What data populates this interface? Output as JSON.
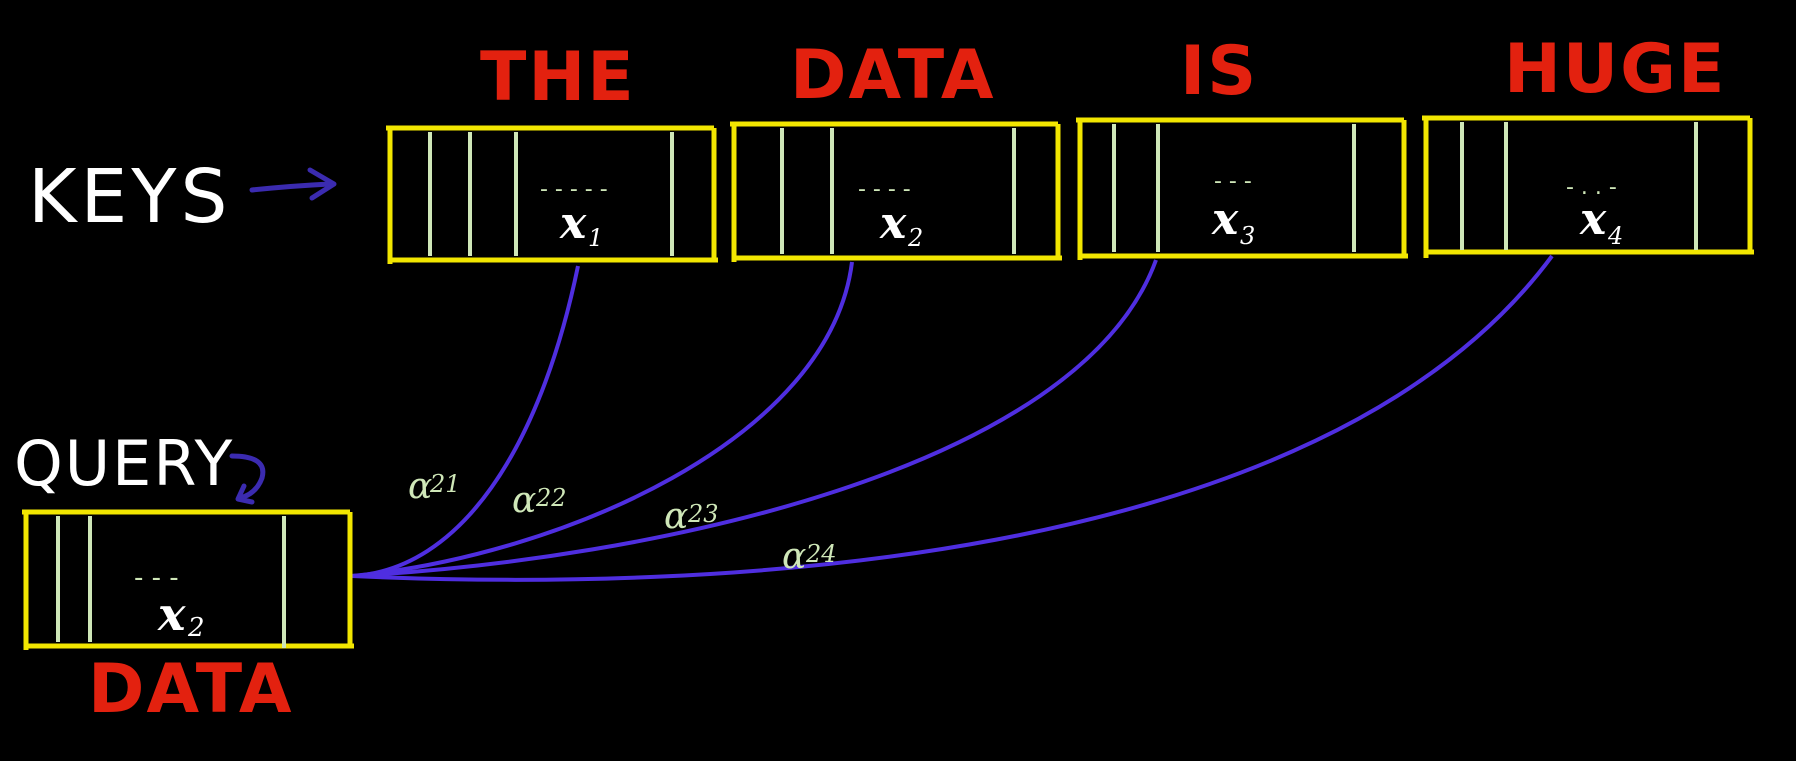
{
  "colors": {
    "background": "#000000",
    "word": "#e3210f",
    "box": "#f2e600",
    "stripe": "#cfe7b8",
    "arrow": "#4f2ee0",
    "arrow_dark": "#3b2bb0",
    "label": "#ffffff",
    "alpha": "#cfe7b8"
  },
  "labels": {
    "keys": "KEYS",
    "query": "QUERY"
  },
  "key_tokens": [
    {
      "word": "THE",
      "dots": "- - - - -",
      "symbol": "x",
      "subscript": "1"
    },
    {
      "word": "DATA",
      "dots": "- - - -",
      "symbol": "x",
      "subscript": "2"
    },
    {
      "word": "IS",
      "dots": "- - -",
      "symbol": "x",
      "subscript": "3"
    },
    {
      "word": "HUGE",
      "dots": "- . . -",
      "symbol": "x",
      "subscript": "4"
    }
  ],
  "query_token": {
    "word": "DATA",
    "dots": "- - -",
    "symbol": "x",
    "subscript": "2"
  },
  "weights": [
    {
      "symbol": "α",
      "subscript": "21"
    },
    {
      "symbol": "α",
      "subscript": "22"
    },
    {
      "symbol": "α",
      "subscript": "23"
    },
    {
      "symbol": "α",
      "subscript": "24"
    }
  ]
}
